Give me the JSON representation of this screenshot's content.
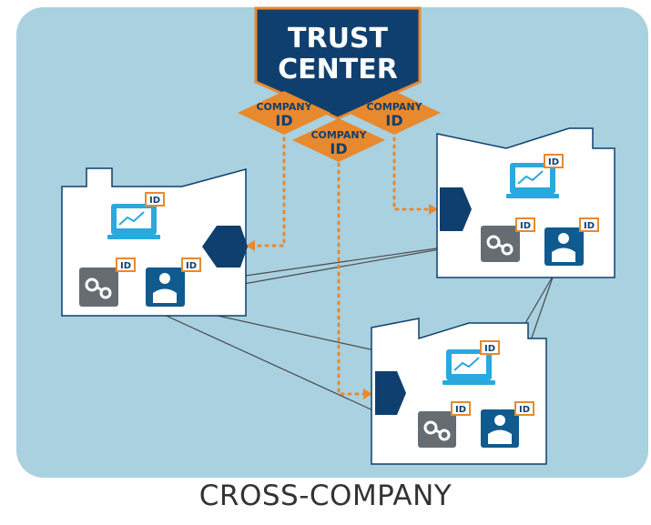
{
  "trust_center": {
    "line1": "TRUST",
    "line2": "CENTER"
  },
  "company_id_badges": [
    {
      "line1": "COMPANY",
      "line2": "ID"
    },
    {
      "line1": "COMPANY",
      "line2": "ID"
    },
    {
      "line1": "COMPANY",
      "line2": "ID"
    }
  ],
  "id_tag": "ID",
  "caption": "CROSS-COMPANY",
  "colors": {
    "background_panel": "#a9d1e0",
    "navy": "#0f3f6e",
    "orange": "#e8892e",
    "monitor_blue": "#29a9dd",
    "gear_gray": "#666d72",
    "factory_fill": "#ffffff",
    "link_line": "#4a4a4a",
    "caption_text": "#333333"
  },
  "icons": {
    "computer": "monitor-chart-icon",
    "machine": "gear-network-icon",
    "person": "user-badge-icon",
    "gateway": "hexagon-gateway-icon",
    "building": "factory-icon"
  }
}
